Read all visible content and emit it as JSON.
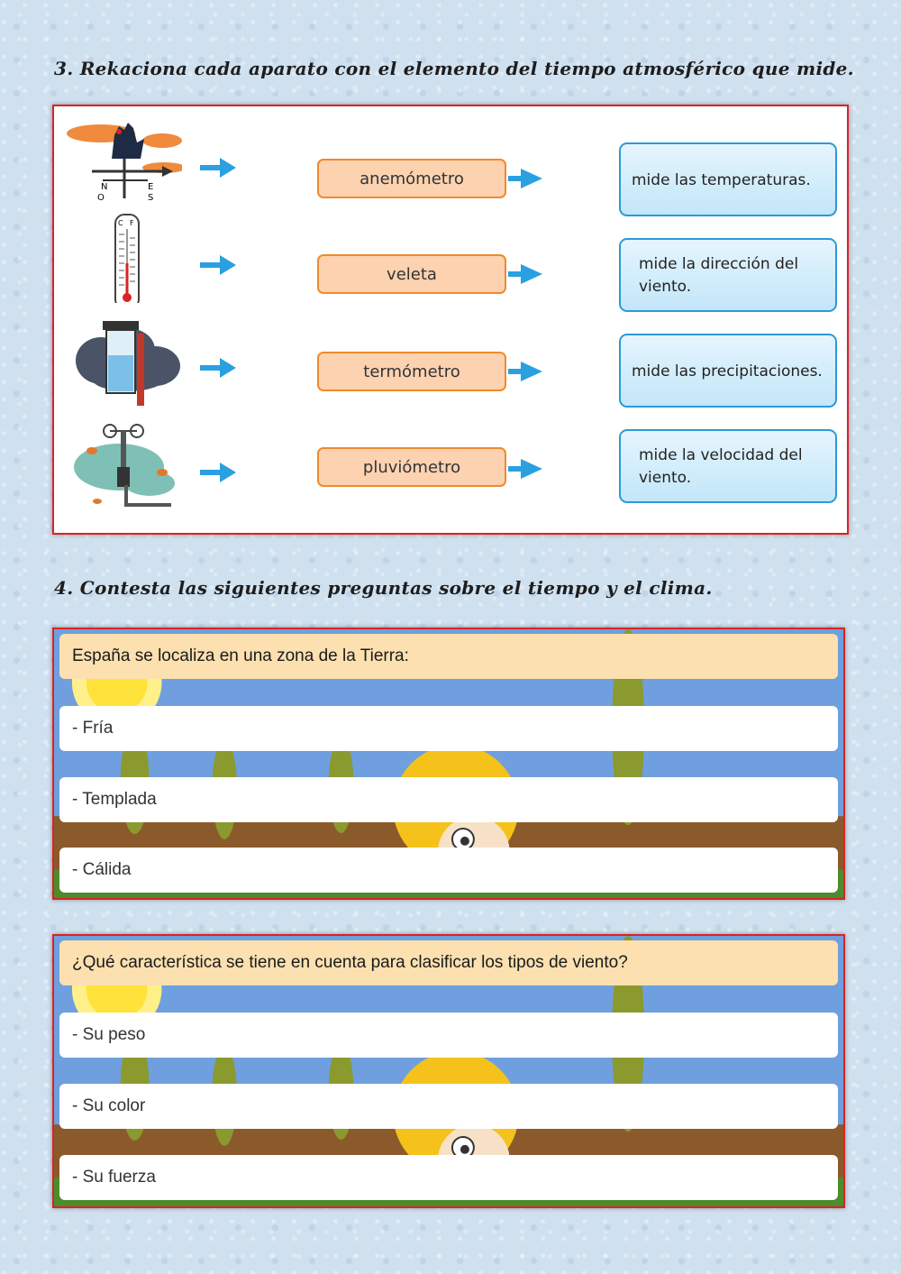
{
  "exercise3": {
    "heading": "3. Rekaciona cada aparato con el elemento del tiempo atmosférico que mide.",
    "pictures": [
      {
        "name": "weather-vane-icon",
        "compass": [
          "N",
          "O",
          "E",
          "S"
        ]
      },
      {
        "name": "thermometer-icon",
        "scale": [
          "C",
          "F"
        ]
      },
      {
        "name": "rain-gauge-icon"
      },
      {
        "name": "anemometer-icon"
      }
    ],
    "devices": [
      "anemómetro",
      "veleta",
      "termómetro",
      "pluviómetro"
    ],
    "meanings": [
      "mide las temperaturas.",
      "mide la dirección del viento.",
      "mide las precipitaciones.",
      "mide la velocidad del viento."
    ],
    "colors": {
      "border": "#dd2222",
      "device_fill": "#fcd2b0",
      "device_border": "#f08a2c",
      "meaning_border": "#2a9ad8",
      "arrow": "#2aa0e0"
    }
  },
  "exercise4": {
    "heading": "4. Contesta las siguientes preguntas sobre el tiempo y el clima.",
    "questions": [
      {
        "question": "España se localiza en una zona de la Tierra:",
        "answers": [
          "- Fría",
          "- Templada",
          "- Cálida"
        ]
      },
      {
        "question": "¿Qué característica se tiene en cuenta para clasificar los tipos de viento?",
        "answers": [
          "- Su peso",
          "- Su color",
          "- Su fuerza"
        ]
      }
    ],
    "colors": {
      "question_fill": "#fce0b0",
      "sky": "#6f9fde",
      "ground": "#4c8c2a"
    }
  }
}
